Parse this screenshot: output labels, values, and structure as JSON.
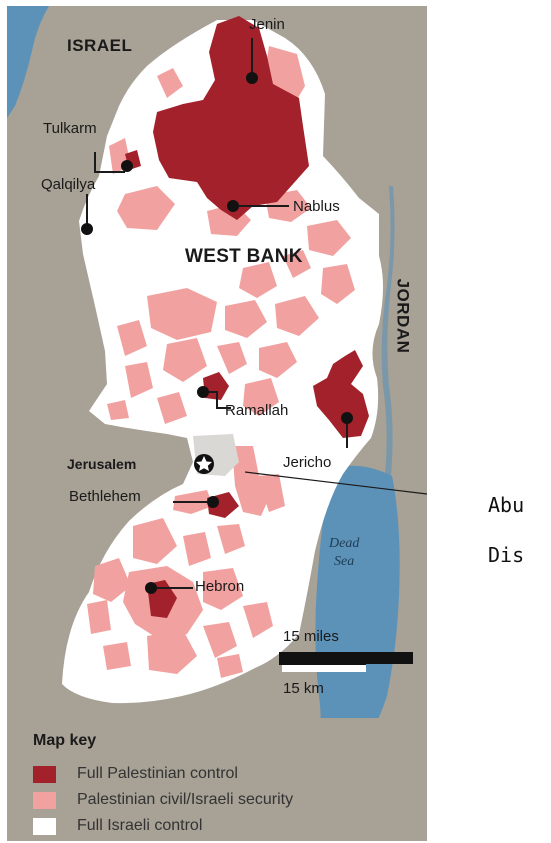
{
  "labels": {
    "israel": "ISRAEL",
    "jordan": "JORDAN",
    "west_bank": "WEST BANK",
    "dead_sea_line1": "Dead",
    "dead_sea_line2": "Sea"
  },
  "cities": {
    "jenin": "Jenin",
    "tulkarm": "Tulkarm",
    "qalqilya": "Qalqilya",
    "nablus": "Nablus",
    "ramallah": "Ramallah",
    "jericho": "Jericho",
    "jerusalem": "Jerusalem",
    "bethlehem": "Bethlehem",
    "hebron": "Hebron"
  },
  "annotation": {
    "line1": "Abu",
    "line2": "Dis"
  },
  "scale_bar": {
    "miles_label": "15 miles",
    "km_label": "15 km"
  },
  "map_key": {
    "title": "Map key",
    "items": [
      {
        "label": "Full Palestinian control",
        "color": "#a3212a"
      },
      {
        "label": "Palestinian civil/Israeli security",
        "color": "#f1a2a0"
      },
      {
        "label": "Full Israeli control",
        "color": "#ffffff"
      }
    ]
  },
  "colors": {
    "land_outside": "#a7a196",
    "water": "#5d92b8",
    "israeli_control": "#ffffff",
    "area_a": "#a3212a",
    "area_b": "#f1a2a0"
  }
}
